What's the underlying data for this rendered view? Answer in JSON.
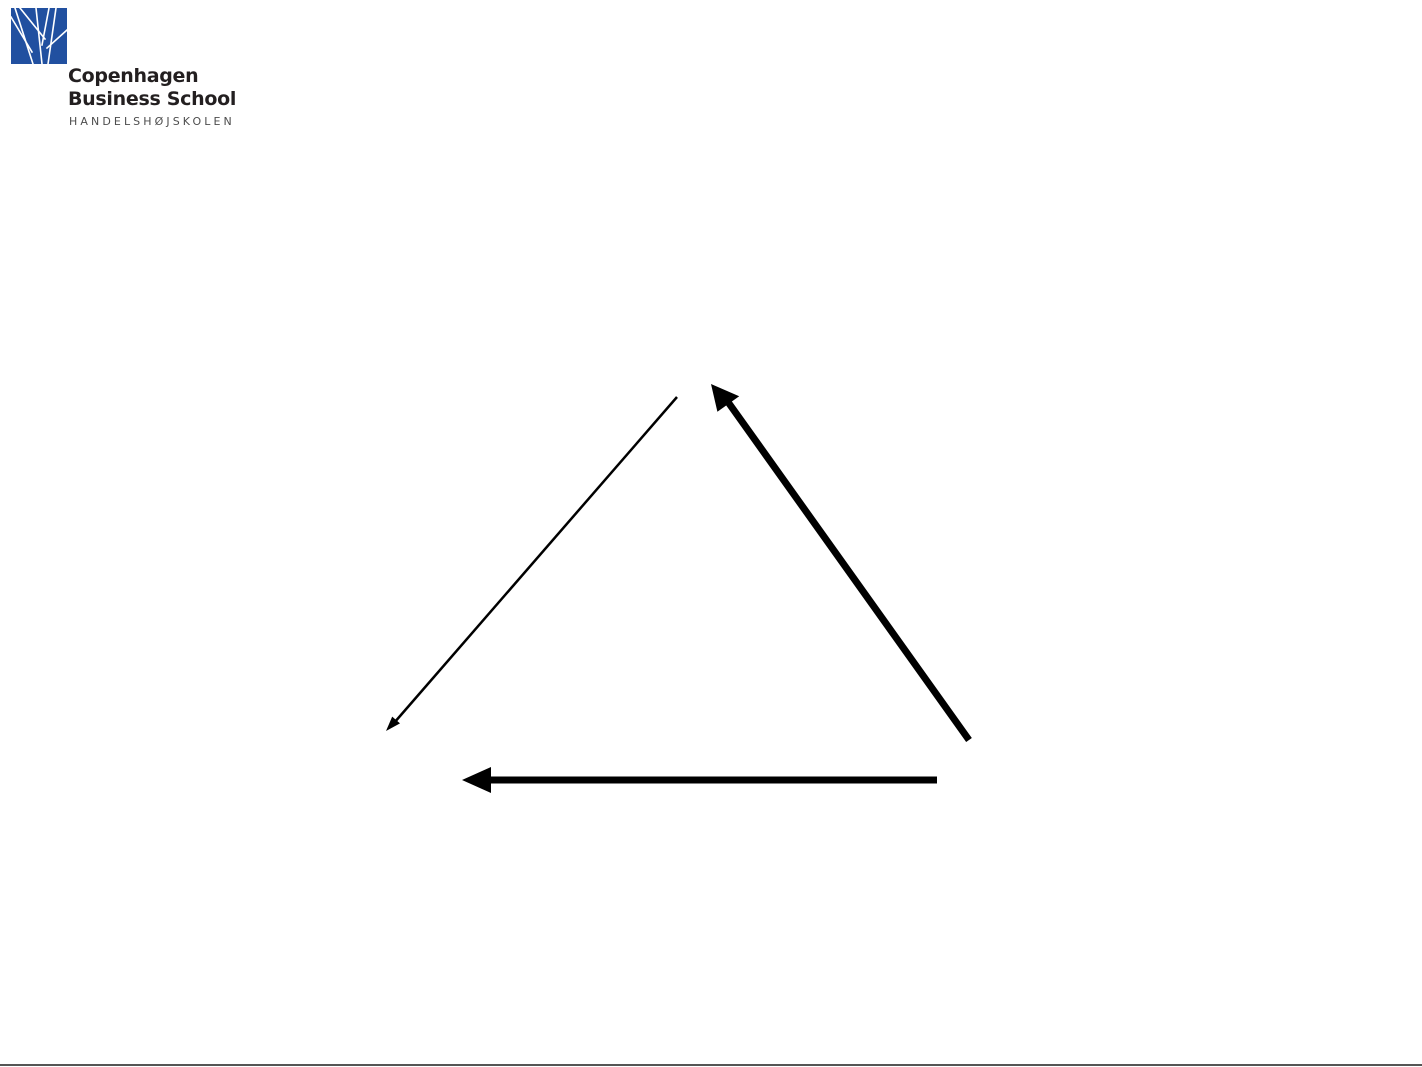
{
  "logo": {
    "line1": "Copenhagen",
    "line2": "Business School",
    "line3": "HANDELSHØJSKOLEN",
    "brand_color": "#2150a0",
    "icon": "cbs-logo-mark-icon"
  },
  "diagram": {
    "type": "cycle-triangle",
    "arrow_color": "#000000",
    "edges": [
      {
        "name": "top-to-left",
        "weight": "thin",
        "label": ""
      },
      {
        "name": "right-to-top",
        "weight": "thick",
        "label": ""
      },
      {
        "name": "right-to-left",
        "weight": "thick",
        "label": ""
      }
    ]
  }
}
